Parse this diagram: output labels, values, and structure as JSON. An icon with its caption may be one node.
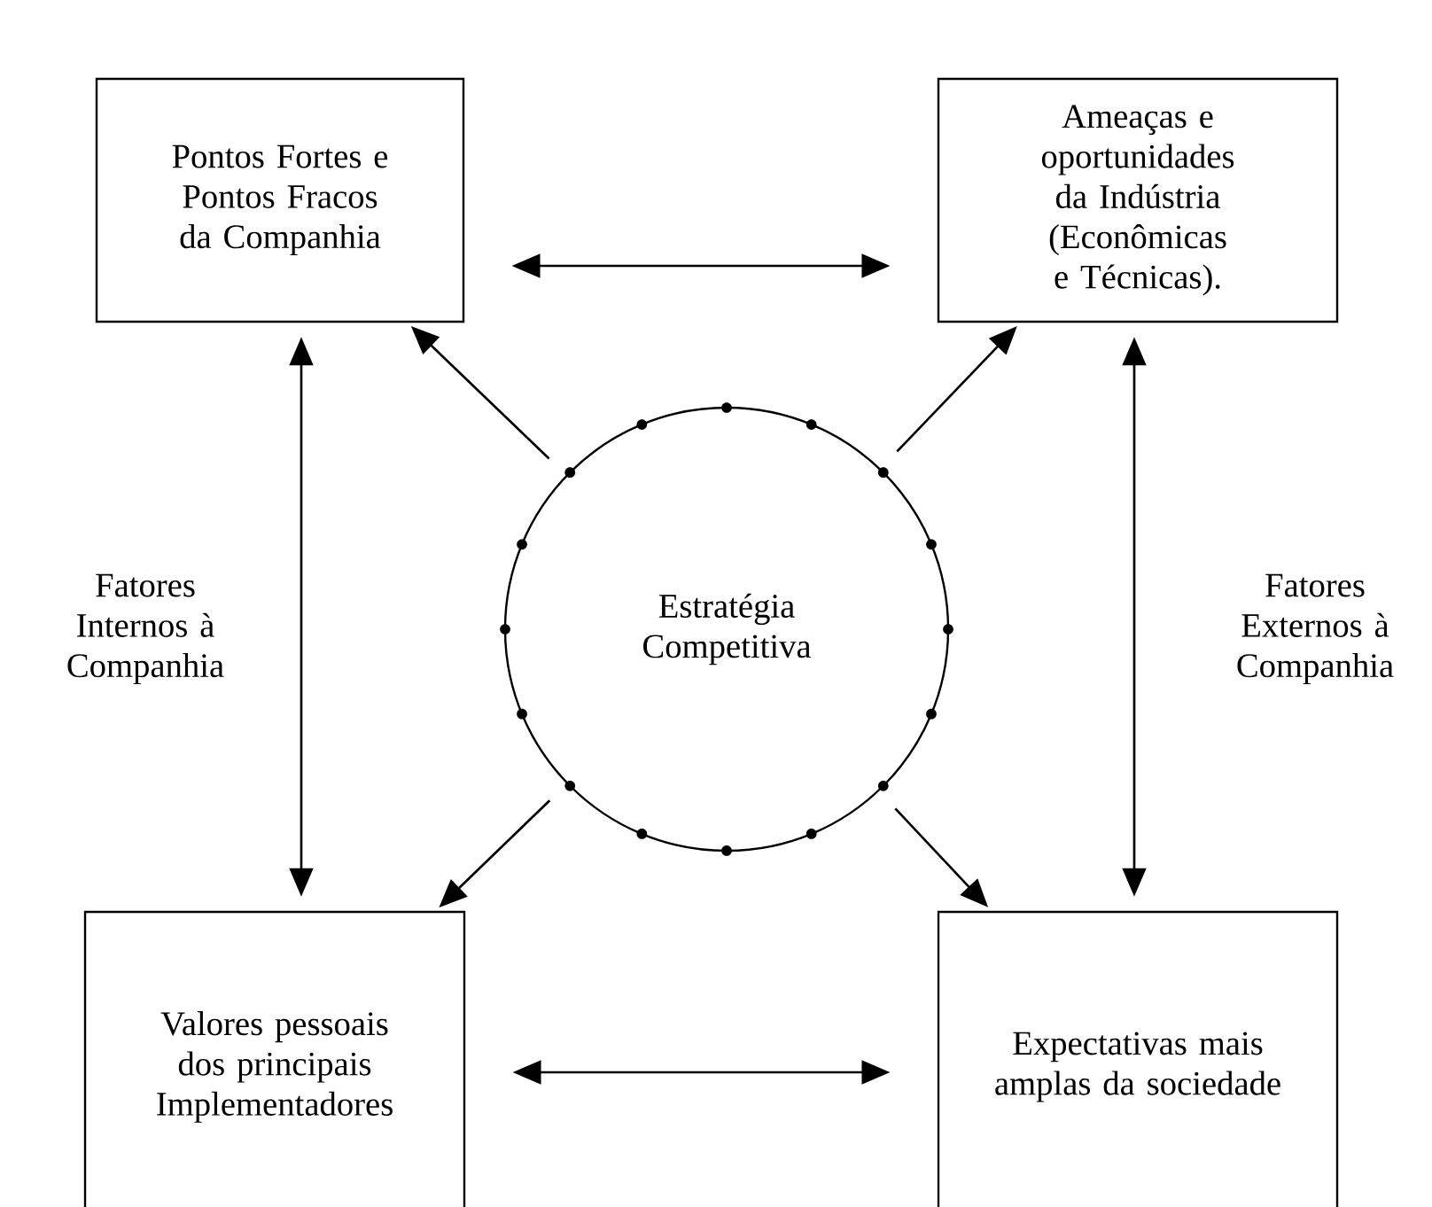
{
  "diagram": {
    "nodes": [
      {
        "text": [
          "Pontos Fortes e Pontos Fracos da Companhia"
        ]
      },
      {
        "text": [
          "Ameaças e oportunidades da Indústria (Econômicas e Técnicas)."
        ]
      },
      {
        "text": [
          "Estratégia Competitiva"
        ]
      },
      {
        "text": [
          "Valores pessoais dos principais Implementadores"
        ]
      },
      {
        "text": [
          "Expectativas mais amplas da sociedade"
        ]
      }
    ],
    "edges": [
      {
        "from": 0,
        "to": 1,
        "arrow": "both"
      },
      {
        "from": 2,
        "to": 0,
        "arrow": "to"
      },
      {
        "from": 2,
        "to": 1,
        "arrow": "to"
      },
      {
        "from": 0,
        "to": 3,
        "arrow": "both"
      },
      {
        "from": 1,
        "to": 4,
        "arrow": "both"
      },
      {
        "from": 2,
        "to": 3,
        "arrow": "to"
      },
      {
        "from": 2,
        "to": 4,
        "arrow": "to"
      },
      {
        "from": 3,
        "to": 4,
        "arrow": "both"
      }
    ],
    "labels": [
      "Fatores Internos à Companhia",
      "Fatores Externos à Companhia"
    ]
  }
}
